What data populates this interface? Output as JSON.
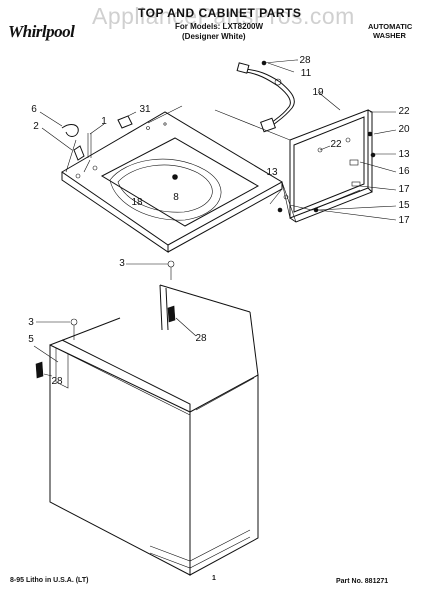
{
  "header": {
    "brand": "Whirlpool",
    "title": "TOP AND CABINET PARTS",
    "model_line": "For Models: LXT8200W",
    "color_line": "(Designer White)",
    "category_line1": "AUTOMATIC",
    "category_line2": "WASHER"
  },
  "watermark": "AppliancePartsPros.com",
  "footer": {
    "litho": "8-95 Litho in U.S.A. (LT)",
    "page_number": "1",
    "part_number": "Part No. 881271"
  },
  "callouts": [
    "28",
    "11",
    "19",
    "22",
    "20",
    "13",
    "16",
    "17",
    "15",
    "17",
    "13",
    "22",
    "8",
    "18",
    "6",
    "2",
    "1",
    "31",
    "3",
    "28",
    "3",
    "5",
    "28"
  ]
}
